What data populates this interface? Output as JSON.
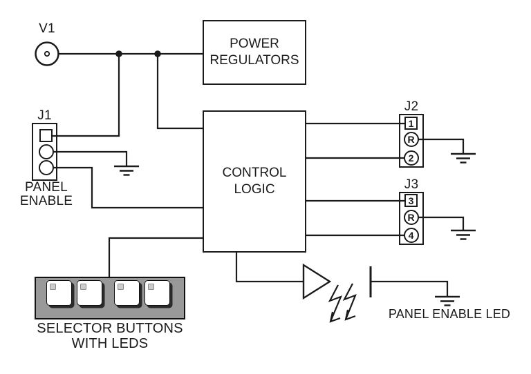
{
  "colors": {
    "line": "#1a1a1a",
    "background": "#ffffff",
    "panel_gray": "#999999",
    "button_face": "#ffffff",
    "button_led_square": "#cccccc"
  },
  "labels": {
    "v1": "V1",
    "power_regulators": "POWER\nREGULATORS",
    "control_logic": "CONTROL\nLOGIC",
    "j1": "J1",
    "j1_caption": "PANEL\nENABLE",
    "j2": "J2",
    "j3": "J3",
    "selector_caption": "SELECTOR BUTTONS\nWITH LEDS",
    "led_caption": "PANEL ENABLE LED"
  },
  "connectors": {
    "j1_pins": [
      "",
      "",
      ""
    ],
    "j2_pins": [
      "1",
      "R",
      "2"
    ],
    "j3_pins": [
      "3",
      "R",
      "4"
    ]
  },
  "selector": {
    "button_count": 4
  },
  "symbols": {
    "v1": "power-jack-icon",
    "grounds": [
      "ground-icon-j1",
      "ground-icon-j2",
      "ground-icon-j3",
      "ground-icon-led"
    ],
    "led": "led-triangle-icon",
    "emission": "led-emission-arrows-icon",
    "junctions": 2
  }
}
